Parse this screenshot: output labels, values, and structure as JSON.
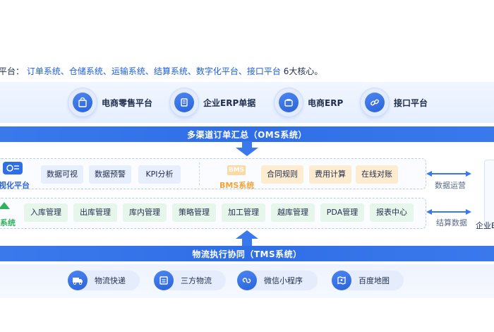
{
  "intro": {
    "prefix": "平台：",
    "systems": "订单系统、仓储系统、运输系统、结算系统、数字化平台、接口平台",
    "suffix": " 6大核心。"
  },
  "platforms": [
    {
      "label": "电商零售平台",
      "icon": "shopping-bag-icon"
    },
    {
      "label": "企业ERP单据",
      "icon": "erp-document-icon"
    },
    {
      "label": "电商ERP",
      "icon": "erp-briefcase-icon"
    },
    {
      "label": "接口平台",
      "icon": "link-icon"
    }
  ],
  "oms_bar": "多渠道订单汇总（OMS系统）",
  "tms_bar": "物流执行协同（TMS系统）",
  "row1": {
    "title": "视化平台",
    "chips_left": [
      "数据可视",
      "数据预警",
      "KPI分析"
    ],
    "bms_logo": "BMS",
    "bms_title": "BMS系统",
    "chips_right": [
      "合同规则",
      "费用计算",
      "在线对账"
    ]
  },
  "row2": {
    "title": "系统",
    "chips": [
      "入库管理",
      "出库管理",
      "库内管理",
      "策略管理",
      "加工管理",
      "越库管理",
      "PDA管理",
      "报表中心"
    ]
  },
  "side": {
    "label1": "数据运营",
    "label2": "结算数据",
    "right_label": "企业E"
  },
  "tools": [
    {
      "label": "物流快递",
      "icon": "truck-icon"
    },
    {
      "label": "三方物流",
      "icon": "warehouse-icon"
    },
    {
      "label": "微信小程序",
      "icon": "mini-program-icon"
    },
    {
      "label": "百度地图",
      "icon": "map-icon"
    }
  ],
  "colors": {
    "accent": "#2f6ee6",
    "highlight_text": "#1d5fe0",
    "chip_blue": "#e7eefc",
    "chip_orange": "#fdecd0",
    "chip_green": "#e6f6ea"
  }
}
